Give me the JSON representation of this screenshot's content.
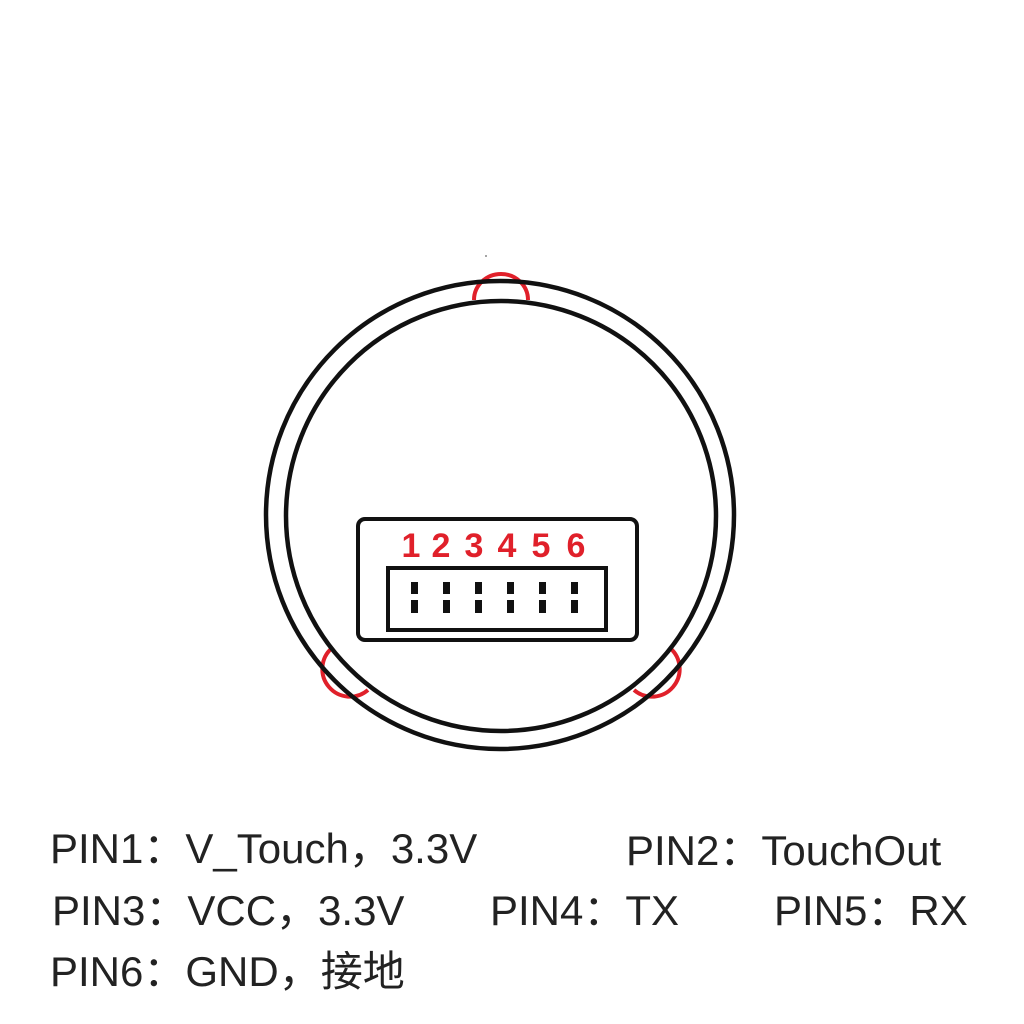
{
  "diagram": {
    "colors": {
      "stroke": "#111111",
      "accent": "#e0202a",
      "text": "#222222",
      "background": "#ffffff"
    },
    "connector": {
      "pin_numbers": [
        "1",
        "2",
        "3",
        "4",
        "5",
        "6"
      ],
      "pin_count": 6
    }
  },
  "legend": {
    "pin1": "PIN1：V_Touch，3.3V",
    "pin2": "PIN2：TouchOut",
    "pin3": "PIN3：VCC，3.3V",
    "pin4": "PIN4：TX",
    "pin5": "PIN5：RX",
    "pin6": "PIN6：GND，接地"
  }
}
